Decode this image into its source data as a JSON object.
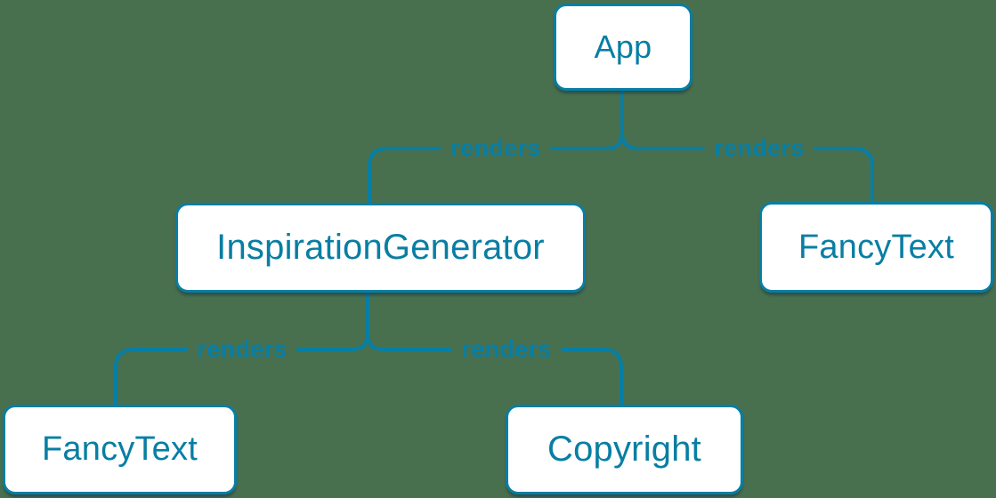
{
  "diagram": {
    "type": "component-render-tree",
    "colors": {
      "background": "#48704f",
      "accent": "#087ea4",
      "node_fill": "#ffffff"
    },
    "nodes": [
      {
        "id": "app",
        "label": "App"
      },
      {
        "id": "inspiration-generator",
        "label": "InspirationGenerator"
      },
      {
        "id": "fancy-text-top",
        "label": "FancyText"
      },
      {
        "id": "fancy-text-bottom",
        "label": "FancyText"
      },
      {
        "id": "copyright",
        "label": "Copyright"
      }
    ],
    "edges": [
      {
        "from": "App",
        "to": "InspirationGenerator",
        "label": "renders"
      },
      {
        "from": "App",
        "to": "FancyText",
        "label": "renders"
      },
      {
        "from": "InspirationGenerator",
        "to": "FancyText",
        "label": "renders"
      },
      {
        "from": "InspirationGenerator",
        "to": "Copyright",
        "label": "renders"
      }
    ]
  }
}
